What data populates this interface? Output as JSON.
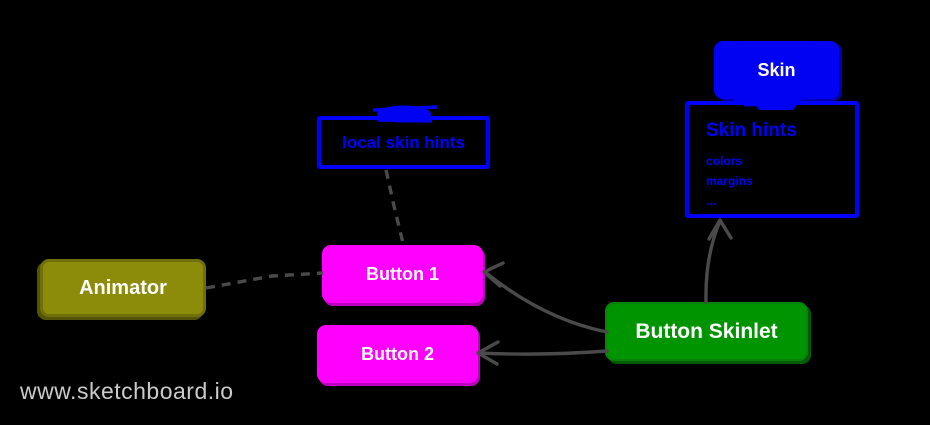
{
  "diagram": {
    "background_color": "#000000",
    "watermark_text": "www.sketchboard.io",
    "colors": {
      "blue": "#0202f2",
      "magenta": "#ff00ff",
      "green": "#009400",
      "olive": "#8c8c0a",
      "edge_gray": "#4a4a4a",
      "watermark_gray": "#cbcbcb"
    },
    "nodes": {
      "skin": {
        "label": "Skin"
      },
      "skin_hints": {
        "title": "Skin hints",
        "items": [
          "colors",
          "margins",
          "..."
        ]
      },
      "local_skin_hints": {
        "label": "local skin hints"
      },
      "animator": {
        "label": "Animator"
      },
      "button1": {
        "label": "Button 1"
      },
      "button2": {
        "label": "Button 2"
      },
      "button_skinlet": {
        "label": "Button Skinlet"
      }
    },
    "edges": [
      {
        "from": "Animator",
        "to": "Button 1",
        "style": "dashed",
        "arrow": false
      },
      {
        "from": "local skin hints",
        "to": "Button 1",
        "style": "dashed",
        "arrow": false
      },
      {
        "from": "Button Skinlet",
        "to": "Button 1",
        "style": "solid",
        "arrow": true
      },
      {
        "from": "Button Skinlet",
        "to": "Button 2",
        "style": "solid",
        "arrow": true
      },
      {
        "from": "Button Skinlet",
        "to": "Skin hints",
        "style": "solid",
        "arrow": true
      },
      {
        "from": "Skin",
        "to": "Skin hints",
        "style": "attached",
        "arrow": false
      }
    ]
  }
}
